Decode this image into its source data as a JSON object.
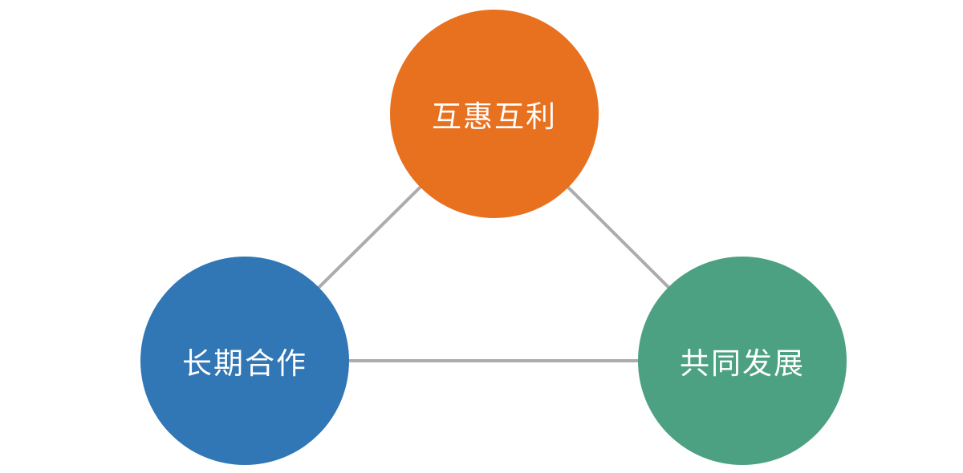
{
  "diagram": {
    "title": "three-circle triangle relationship diagram",
    "background_color": "#ffffff",
    "text_color": "#ffffff",
    "connector": {
      "color": "#acacac",
      "width": "4"
    },
    "nodes": [
      {
        "id": "mutual-benefit",
        "label": "互惠互利",
        "color": "#e8711f",
        "position": "top"
      },
      {
        "id": "long-term-cooperation",
        "label": "长期合作",
        "color": "#3176b5",
        "position": "bottom-left"
      },
      {
        "id": "common-development",
        "label": "共同发展",
        "color": "#4da183",
        "position": "bottom-right"
      }
    ],
    "edges": [
      {
        "from": "mutual-benefit",
        "to": "long-term-cooperation"
      },
      {
        "from": "mutual-benefit",
        "to": "common-development"
      },
      {
        "from": "long-term-cooperation",
        "to": "common-development"
      }
    ]
  }
}
